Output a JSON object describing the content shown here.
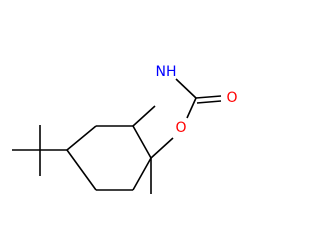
{
  "molecule": {
    "atoms": {
      "nitrogen": {
        "text": "NH",
        "color": "#0000ff"
      },
      "ring_oxygen": {
        "text": "O",
        "color": "#ff0000"
      },
      "carbonyl_oxygen": {
        "text": "O",
        "color": "#ff0000"
      }
    },
    "bond_color": "#000000"
  }
}
